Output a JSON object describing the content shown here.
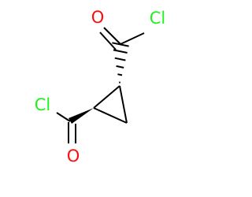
{
  "molecule": {
    "atoms": {
      "o_top": {
        "symbol": "O",
        "color": "#ff0d0d"
      },
      "cl_top": {
        "symbol": "Cl",
        "color": "#1ff01f"
      },
      "cl_left": {
        "symbol": "Cl",
        "color": "#1ff01f"
      },
      "o_bottom": {
        "symbol": "O",
        "color": "#ff0d0d"
      }
    },
    "bond_color": "#000000",
    "stereo": {
      "upper_substituent": "hashed-wedge",
      "lower_substituent": "solid-wedge"
    }
  }
}
